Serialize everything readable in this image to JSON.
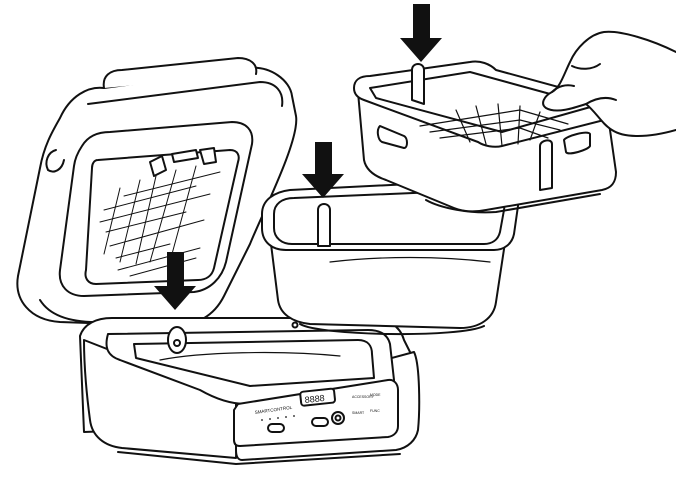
{
  "illustration": {
    "line_color": "#111111",
    "fill_color": "#ffffff",
    "arrow_color": "#111111"
  },
  "control_panel": {
    "brand_label": "SMARTCONTROL",
    "display_value": "8888",
    "right_labels": [
      "ACCESSORY",
      "MODE",
      "SMART",
      "FUNC"
    ]
  },
  "icons": [
    "down-arrow-icon",
    "down-arrow-icon",
    "down-arrow-icon",
    "hand-icon"
  ]
}
